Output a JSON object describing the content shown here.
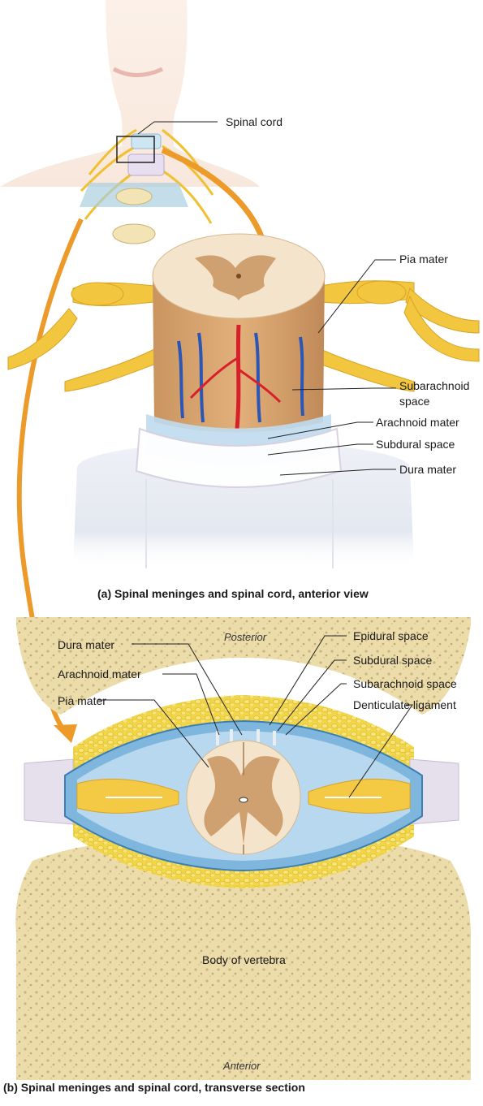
{
  "part_a": {
    "labels": {
      "spinal_cord": "Spinal cord",
      "pia_mater": "Pia mater",
      "subarachnoid_space_line1": "Subarachnoid",
      "subarachnoid_space_line2": "space",
      "arachnoid_mater": "Arachnoid mater",
      "subdural_space": "Subdural space",
      "dura_mater": "Dura mater"
    },
    "caption": "(a) Spinal meninges and spinal cord, anterior view"
  },
  "part_b": {
    "labels": {
      "posterior": "Posterior",
      "dura_mater": "Dura mater",
      "arachnoid_mater": "Arachnoid mater",
      "pia_mater": "Pia mater",
      "epidural_space": "Epidural space",
      "subdural_space": "Subdural space",
      "subarachnoid_space": "Subarachnoid space",
      "denticulate_ligament": "Denticulate ligament",
      "body_of_vertebra": "Body of vertebra",
      "anterior": "Anterior"
    },
    "caption": "(b) Spinal meninges and spinal cord, transverse section"
  },
  "colors": {
    "nerve": "#f0c030",
    "bone": "#ecdcaa",
    "fat": "#f2d64a",
    "meninges": "#9fcbe6",
    "cord": "#f5e4cc",
    "grey_matter": "#cfa070",
    "arrow": "#ec9a2a",
    "artery": "#d8202a",
    "vein": "#2a56b8"
  }
}
